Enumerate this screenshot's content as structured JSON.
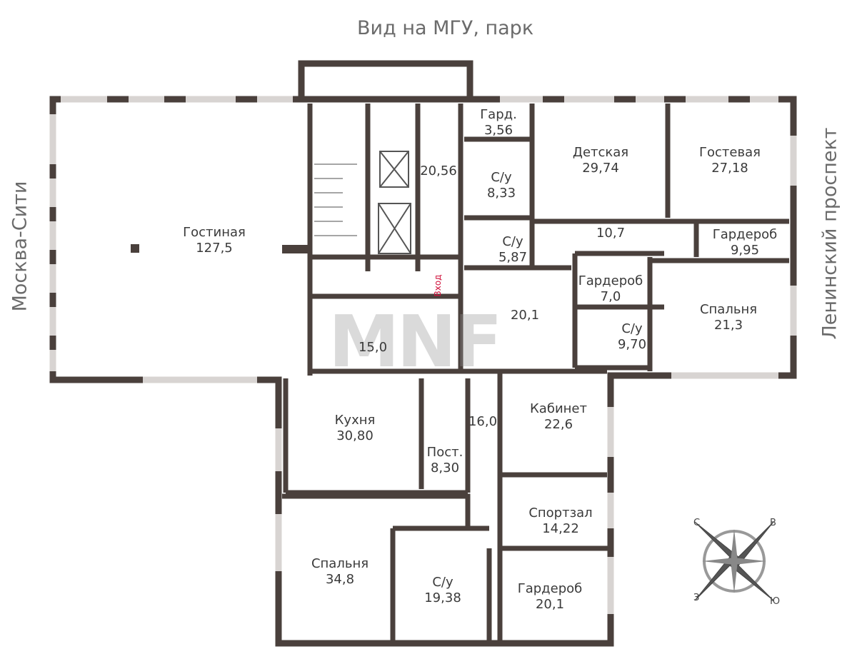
{
  "views": {
    "top": "Вид на МГУ, парк",
    "left": "Москва-Сити",
    "right": "Ленинский проспект"
  },
  "entrance": "Вход",
  "watermark": "MNF",
  "rooms": [
    {
      "name": "Гостиная",
      "area": "127,5"
    },
    {
      "name": "Гард.",
      "area": "3,56"
    },
    {
      "name": "Детская",
      "area": "29,74"
    },
    {
      "name": "Гостевая",
      "area": "27,18"
    },
    {
      "name": "С/у",
      "area": "8,33"
    },
    {
      "name": "",
      "area": "20,56"
    },
    {
      "name": "С/у",
      "area": "5,87"
    },
    {
      "name": "",
      "area": "10,7"
    },
    {
      "name": "Гардероб",
      "area": "9,95"
    },
    {
      "name": "Гардероб",
      "area": "7,0"
    },
    {
      "name": "",
      "area": "20,1"
    },
    {
      "name": "С/у",
      "area": "9,70"
    },
    {
      "name": "Спальня",
      "area": "21,3"
    },
    {
      "name": "",
      "area": "15,0"
    },
    {
      "name": "Кухня",
      "area": "30,80"
    },
    {
      "name": "Пост.",
      "area": "8,30"
    },
    {
      "name": "",
      "area": "16,0"
    },
    {
      "name": "Кабинет",
      "area": "22,6"
    },
    {
      "name": "Спортзал",
      "area": "14,22"
    },
    {
      "name": "Спальня",
      "area": "34,8"
    },
    {
      "name": "С/у",
      "area": "19,38"
    },
    {
      "name": "Гардероб",
      "area": "20,1"
    }
  ],
  "compass": {
    "n": "С",
    "e": "В",
    "s": "Ю",
    "w": "З"
  },
  "colors": {
    "wall": "#4a403c",
    "entry": "#d0103a"
  }
}
